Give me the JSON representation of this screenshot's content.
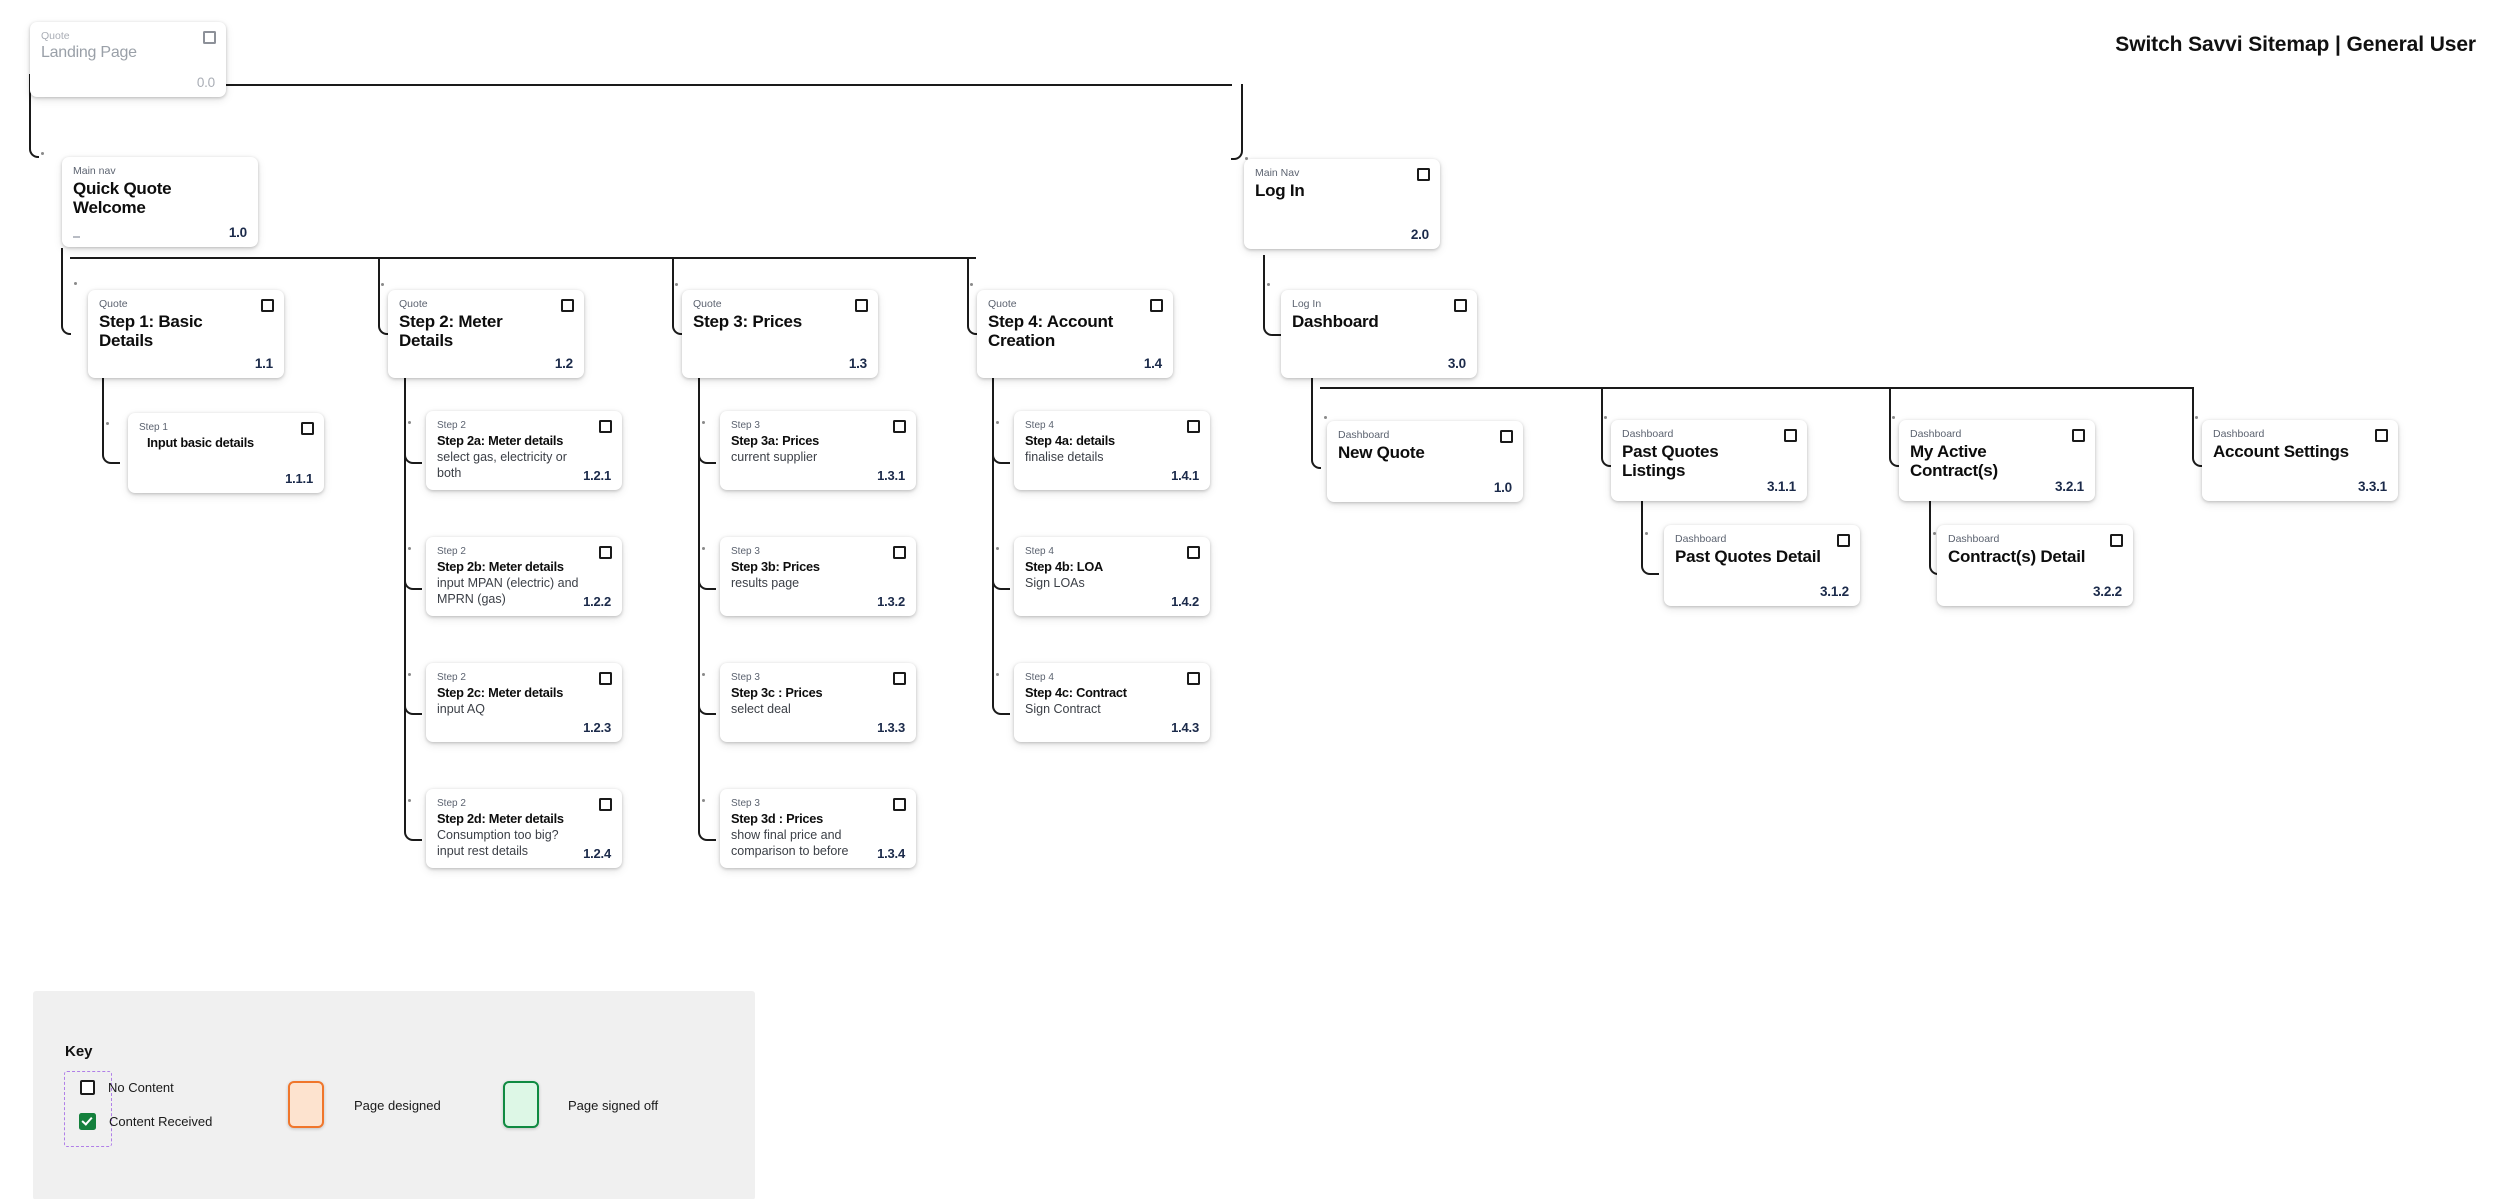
{
  "document": {
    "title": "Switch Savvi Sitemap | General User"
  },
  "nodes": {
    "landing": {
      "kicker": "Quote",
      "title": "Landing Page",
      "num": "0.0"
    },
    "quick_quote": {
      "kicker": "Main nav",
      "title": "Quick Quote Welcome",
      "num": "1.0"
    },
    "login": {
      "kicker": "Main Nav",
      "title": "Log In",
      "num": "2.0"
    },
    "step1": {
      "kicker": "Quote",
      "title": "Step 1: Basic Details",
      "num": "1.1"
    },
    "step2": {
      "kicker": "Quote",
      "title": "Step 2: Meter Details",
      "num": "1.2"
    },
    "step3": {
      "kicker": "Quote",
      "title": "Step 3: Prices",
      "num": "1.3"
    },
    "step4": {
      "kicker": "Quote",
      "title": "Step 4: Account Creation",
      "num": "1.4"
    },
    "dashboard": {
      "kicker": "Log In",
      "title": "Dashboard",
      "num": "3.0"
    },
    "step1_1": {
      "kicker": "Step 1",
      "title": "Input basic details",
      "desc": "",
      "num": "1.1.1"
    },
    "step2a": {
      "kicker": "Step 2",
      "title": "Step 2a: Meter details",
      "desc": "select gas, electricity or both",
      "num": "1.2.1"
    },
    "step2b": {
      "kicker": "Step 2",
      "title": "Step 2b: Meter details",
      "desc": "input MPAN (electric) and MPRN (gas)",
      "num": "1.2.2"
    },
    "step2c": {
      "kicker": "Step 2",
      "title": "Step 2c: Meter details",
      "desc": "input AQ",
      "num": "1.2.3"
    },
    "step2d": {
      "kicker": "Step 2",
      "title": "Step 2d: Meter details",
      "desc": "Consumption too big? input rest details",
      "num": "1.2.4"
    },
    "step3a": {
      "kicker": "Step 3",
      "title": "Step 3a: Prices",
      "desc": "current supplier",
      "num": "1.3.1"
    },
    "step3b": {
      "kicker": "Step 3",
      "title": "Step 3b: Prices",
      "desc": "results page",
      "num": "1.3.2"
    },
    "step3c": {
      "kicker": "Step 3",
      "title": "Step 3c : Prices",
      "desc": "select deal",
      "num": "1.3.3"
    },
    "step3d": {
      "kicker": "Step 3",
      "title": "Step 3d : Prices",
      "desc": "show final price and comparison to before",
      "num": "1.3.4"
    },
    "step4a": {
      "kicker": "Step 4",
      "title": "Step 4a: details",
      "desc": "finalise details",
      "num": "1.4.1"
    },
    "step4b": {
      "kicker": "Step 4",
      "title": "Step 4b: LOA",
      "desc": "Sign LOAs",
      "num": "1.4.2"
    },
    "step4c": {
      "kicker": "Step 4",
      "title": "Step 4c: Contract",
      "desc": "Sign Contract",
      "num": "1.4.3"
    },
    "new_quote": {
      "kicker": "Dashboard",
      "title": "New Quote",
      "num": "1.0"
    },
    "past_quotes_listings": {
      "kicker": "Dashboard",
      "title": "Past Quotes Listings",
      "num": "3.1.1"
    },
    "past_quotes_detail": {
      "kicker": "Dashboard",
      "title": "Past Quotes Detail",
      "num": "3.1.2"
    },
    "my_active_contracts": {
      "kicker": "Dashboard",
      "title": "My Active Contract(s)",
      "num": "3.2.1"
    },
    "contracts_detail": {
      "kicker": "Dashboard",
      "title": "Contract(s) Detail",
      "num": "3.2.2"
    },
    "account_settings": {
      "kicker": "Dashboard",
      "title": "Account Settings",
      "num": "3.3.1"
    }
  },
  "key": {
    "heading": "Key",
    "no_content": "No Content",
    "content_received": "Content Received",
    "page_designed": "Page designed",
    "page_signed_off": "Page signed off",
    "colors": {
      "designed_border": "#f0762b",
      "designed_fill": "#fde3cf",
      "signed_border": "#0f8a41",
      "signed_fill": "#ddf7e6",
      "dashed_border": "#b07fe8",
      "checked_fill": "#14803c"
    }
  }
}
